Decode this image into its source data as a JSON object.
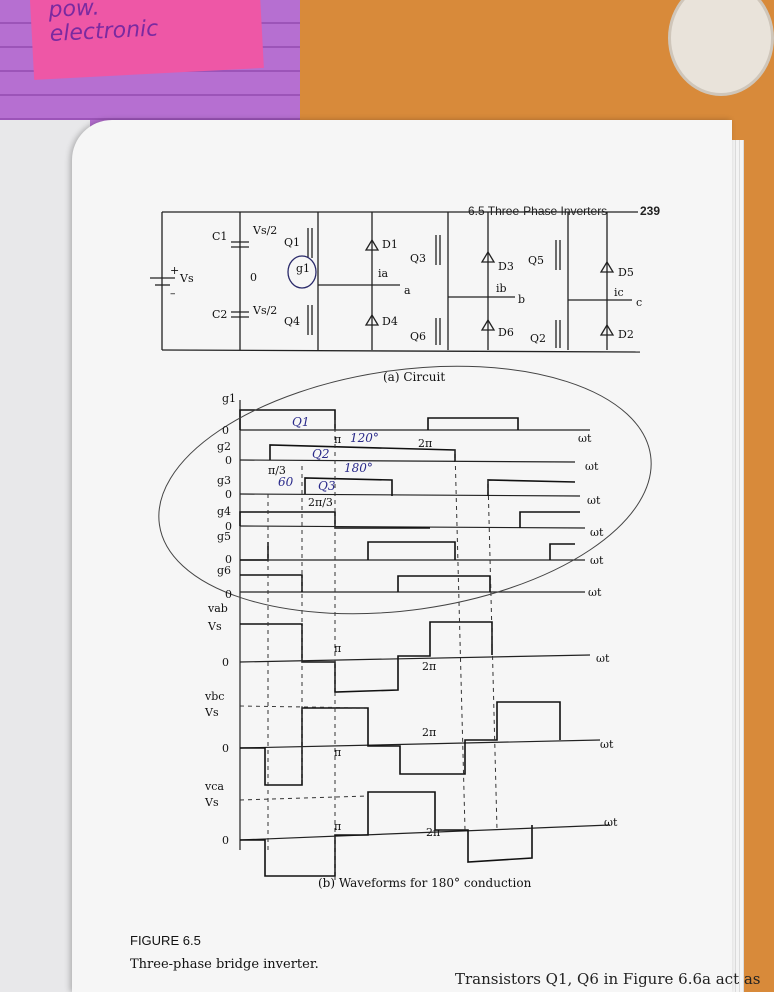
{
  "sticky_note": {
    "line1": "pow.",
    "line2": "electronic"
  },
  "header": {
    "section": "6.5  Three-Phase Inverters",
    "page_number": "239"
  },
  "circuit": {
    "caption": "(a) Circuit",
    "labels": {
      "c1": "C1",
      "c2": "C2",
      "vs_source": "Vs",
      "vs_half_top": "Vs/2",
      "vs_half_bottom": "Vs/2",
      "zero": "0",
      "plus": "+",
      "minus": "–",
      "q1": "Q1",
      "q2": "Q2",
      "q3": "Q3",
      "q4": "Q4",
      "q5": "Q5",
      "q6": "Q6",
      "d1": "D1",
      "d2": "D2",
      "d3": "D3",
      "d4": "D4",
      "d5": "D5",
      "d6": "D6",
      "g1": "g1",
      "ia": "ia",
      "ib": "ib",
      "ic": "ic",
      "a": "a",
      "b": "b",
      "c": "c"
    }
  },
  "waveforms": {
    "caption": "(b) Waveforms for 180° conduction",
    "axis_var": "ωt",
    "pi": "π",
    "two_pi": "2π",
    "pi_over_3": "π/3",
    "two_pi_over_3": "2π/3",
    "gate_rows": [
      "g1",
      "g2",
      "g3",
      "g4",
      "g5",
      "g6"
    ],
    "voltage_rows": [
      {
        "label": "vab",
        "level": "Vs"
      },
      {
        "label": "vbc",
        "level": "Vs"
      },
      {
        "label": "vca",
        "level": "Vs"
      }
    ],
    "zero": "0",
    "handwritten": {
      "q1": "Q1",
      "q2": "Q2",
      "q3": "Q3",
      "deg120": "120°",
      "deg180": "180°",
      "deg60": "60"
    }
  },
  "figure": {
    "label": "FIGURE 6.5",
    "title": "Three-phase bridge inverter."
  },
  "bottom_text": "Transistors Q1, Q6 in Figure 6.6a act as"
}
